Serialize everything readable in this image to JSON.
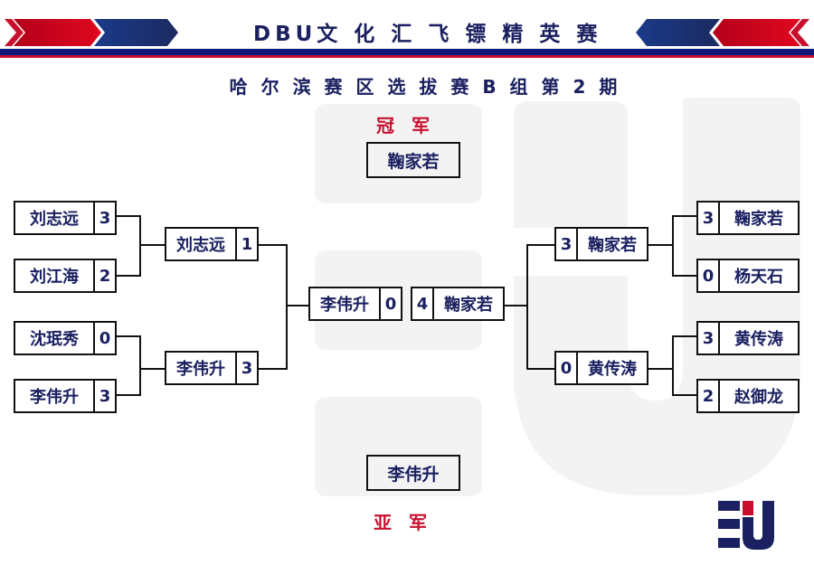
{
  "header": {
    "title": "DBU文 化 汇 飞 镖 精 英 赛",
    "subtitle": "哈 尔 滨 赛 区 选 拔 赛 B 组 第 2 期"
  },
  "colors": {
    "navy": "#1a2060",
    "red": "#c8102e",
    "watermark": "#f3f3f3"
  },
  "podium": {
    "champion_label": "冠 军",
    "champion": "鞠家若",
    "runner_up_label": "亚 军",
    "runner_up": "李伟升"
  },
  "bracket": {
    "left_round1": [
      {
        "name": "刘志远",
        "score": "3"
      },
      {
        "name": "刘江海",
        "score": "2"
      },
      {
        "name": "沈珉秀",
        "score": "0"
      },
      {
        "name": "李伟升",
        "score": "3"
      }
    ],
    "left_semis": [
      {
        "name": "刘志远",
        "score": "1"
      },
      {
        "name": "李伟升",
        "score": "3"
      }
    ],
    "final": {
      "left": {
        "name": "李伟升",
        "score": "0"
      },
      "right": {
        "name": "鞠家若",
        "score": "4"
      }
    },
    "right_semis": [
      {
        "name": "鞠家若",
        "score": "3"
      },
      {
        "name": "黄传涛",
        "score": "0"
      }
    ],
    "right_round1": [
      {
        "name": "鞠家若",
        "score": "3"
      },
      {
        "name": "杨天石",
        "score": "0"
      },
      {
        "name": "黄传涛",
        "score": "3"
      },
      {
        "name": "赵御龙",
        "score": "2"
      }
    ]
  },
  "logo": {
    "icon": "eu-logo-icon"
  }
}
